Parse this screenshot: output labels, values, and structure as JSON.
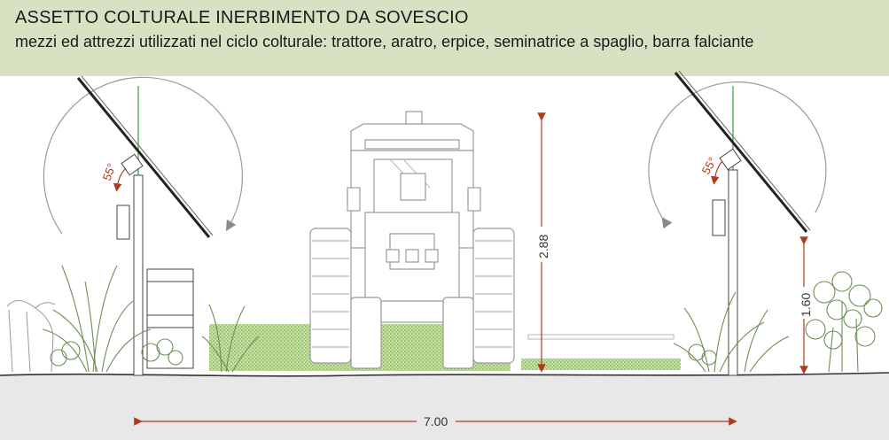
{
  "header": {
    "title": "ASSETTO COLTURALE INERBIMENTO DA SOVESCIO",
    "subtitle": "mezzi ed attrezzi utilizzati nel ciclo colturale: trattore, aratro, erpice, seminatrice a spaglio, barra falciante"
  },
  "dimensions": {
    "tractor_height": "2.88",
    "panel_height": "1.60",
    "row_spacing": "7.00",
    "tilt_angle_left": "55°",
    "tilt_angle_right": "55°"
  },
  "colors": {
    "header_bg": "#d7e2c2",
    "dimension_red": "#b23a1c",
    "ground": "#e6e6e6",
    "cover_crop": "#9cc66a",
    "plants": "#6f8f55",
    "pole_green": "#4caf50"
  }
}
